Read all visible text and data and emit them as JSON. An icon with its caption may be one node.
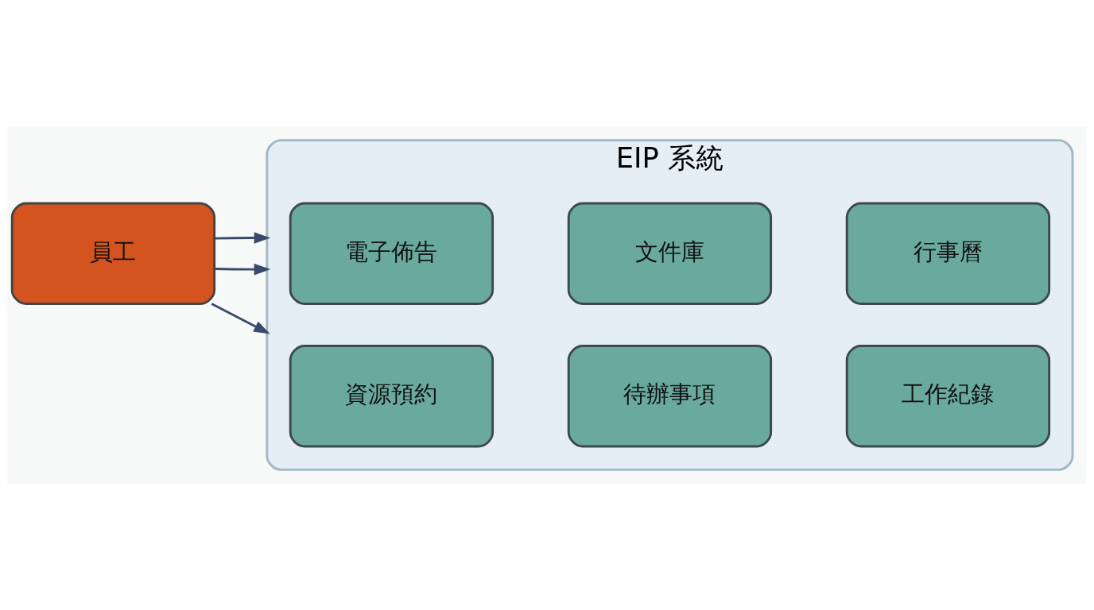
{
  "diagram": {
    "nodes": [
      {
        "text": [
          "員工"
        ]
      },
      {
        "text": [
          "EIP 系統"
        ]
      },
      {
        "text": [
          "電子佈告"
        ],
        "in": 1
      },
      {
        "text": [
          "文件庫"
        ],
        "in": 1
      },
      {
        "text": [
          "行事曆"
        ],
        "in": 1
      },
      {
        "text": [
          "資源預約"
        ],
        "in": 1
      },
      {
        "text": [
          "待辦事項"
        ],
        "in": 1
      },
      {
        "text": [
          "工作紀錄"
        ],
        "in": 1
      }
    ],
    "edges": [
      {
        "from": 0,
        "to": 1,
        "arrow": "to"
      },
      {
        "from": 0,
        "to": 1,
        "arrow": "to"
      },
      {
        "from": 0,
        "to": 1,
        "arrow": "to"
      }
    ]
  }
}
